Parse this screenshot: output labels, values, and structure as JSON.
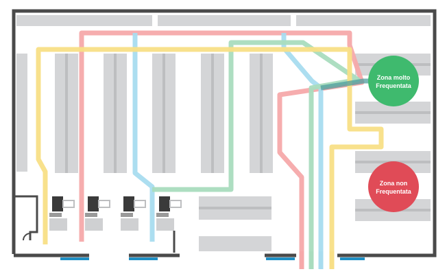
{
  "zones": {
    "busy": {
      "label_line1": "Zona molto",
      "label_line2": "Frequentata",
      "color": "#3fba6e"
    },
    "quiet": {
      "label_line1": "Zona non",
      "label_line2": "Frequentata",
      "color": "#e04b57"
    }
  },
  "colors": {
    "wall": "#4a4a4a",
    "shelf": "#cfd0d2",
    "shelf_dark": "#b9babc",
    "path_yellow": "#f8df86",
    "path_pink": "#f6a9aa",
    "path_blue": "#a8dcef",
    "path_green": "#a9dcbe",
    "door": "#1f8fc4"
  }
}
